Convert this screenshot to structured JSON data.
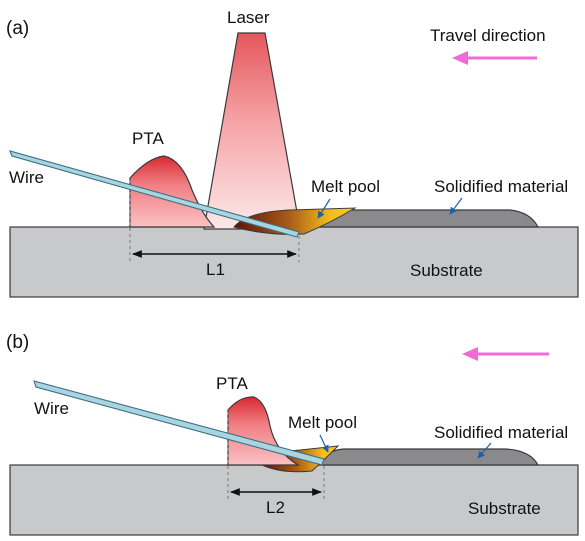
{
  "panel_a": {
    "tag": "(a)",
    "labels": {
      "laser": "Laser",
      "travel_direction": "Travel direction",
      "pta": "PTA",
      "wire": "Wire",
      "melt_pool": "Melt pool",
      "solidified_material": "Solidified material",
      "distance": "L1",
      "substrate": "Substrate"
    }
  },
  "panel_b": {
    "tag": "(b)",
    "labels": {
      "wire": "Wire",
      "pta": "PTA",
      "melt_pool": "Melt pool",
      "solidified_material": "Solidified material",
      "distance": "L2",
      "substrate": "Substrate"
    }
  },
  "colors": {
    "substrate_fill": "#c8c9ca",
    "outline": "#3a3a3a",
    "wire_fill": "#a9d5e2",
    "wire_stroke": "#3c6f80",
    "solidified_fill": "#8a8a8c",
    "melt_pool_yellow": "#f4be1c",
    "melt_pool_dark": "#6a1a10",
    "pta_light": "#f7a3a6",
    "pta_dark": "#d82a32",
    "laser_light": "#fde8e8",
    "laser_dark": "#e4575c",
    "travel_arrow": "#f06ad8",
    "leader_arrow": "#1f5fa8"
  }
}
